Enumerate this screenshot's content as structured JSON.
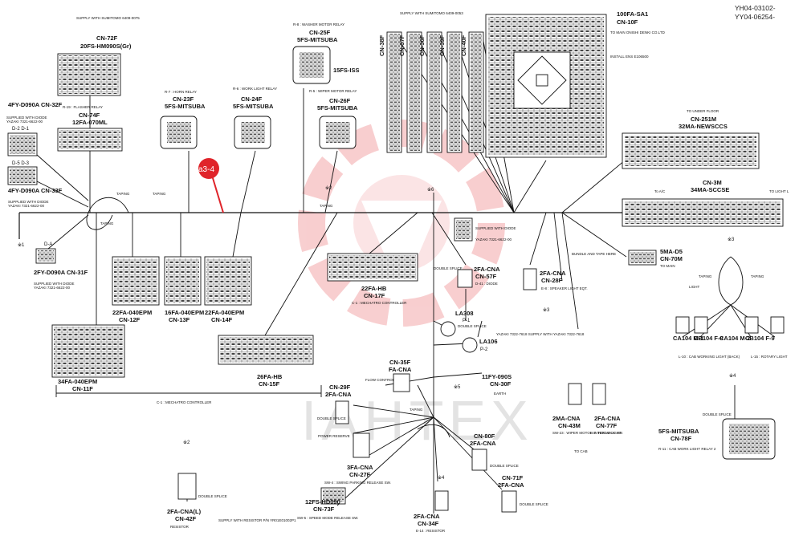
{
  "doc_id": [
    "YH04-03102-",
    "YY04-06254-"
  ],
  "watermark": "IAHTEX",
  "callout": "a3-4",
  "annotations": {
    "taping": "TAPING",
    "double_splice": "DOUBLE SPLICE",
    "earth": "EARTH",
    "to_cab": "TO CAB",
    "to_main": "TO MAIN",
    "to_under_floor": "TO UNDER FLOOR",
    "bundle_tape": "BUNDLE AND TAPE HERE",
    "install_ens": "INSTALL ENS E106500",
    "supply_sumitomo_a": "SUPPLY WITH SUMITOMO 6409-0075",
    "supply_sumitomo_b": "SUPPLY WITH SUMITOMO 6409-0053",
    "to_main_onishi": "TO MAIN ONISHI DENKI CO.LTD",
    "supplied_diode": "SUPPLIED WITH DIODE",
    "supplied_diode_yazaki": "YAZAKI 7321-6622-00",
    "yazaki_supply": "YAZAKI 7322-7618 SUPPLY WITH YAZAKI 7322-7618",
    "supply_resistor": "SUPPLY WITH RESISTOR P/N YR01E01002P1",
    "c1_controller": "C-1 : MECHATRO CONTROLLER",
    "to_light": "TO LIGHT L",
    "to_ac": "To A/C"
  },
  "marks": [
    "※1",
    "※2",
    "※2",
    "※3",
    "※3",
    "※4",
    "※4",
    "※5",
    "※6"
  ],
  "connectors": {
    "cn72f": {
      "id": "CN-72F",
      "type": "20FS-HM090S(Gr)"
    },
    "cn32f": {
      "id": "4FY-D090A CN-32F"
    },
    "cn74f": {
      "id": "CN-74F",
      "type": "12FA-070ML",
      "desc": "R-19 : FLASHER RELAY"
    },
    "d2d1": {
      "id": "D-2  D-1"
    },
    "d5d3": {
      "id": "D-5  D-3"
    },
    "cn33f": {
      "id": "4FY-D090A CN-33F"
    },
    "da": {
      "id": "D-A"
    },
    "cn31f": {
      "id": "2FY-D090A CN-31F"
    },
    "cn23f": {
      "id": "CN-23F",
      "type": "5FS-MITSUBA",
      "desc": "R-7 : HORN RELAY"
    },
    "cn24f": {
      "id": "CN-24F",
      "type": "5FS-MITSUBA",
      "desc": "R-6 : WORK LIGHT RELAY"
    },
    "cn25f": {
      "id": "CN-25F",
      "type": "5FS-MITSUBA",
      "desc": "R-8 : WASHER MOTOR RELAY"
    },
    "cn26f": {
      "id": "CN-26F",
      "type": "5FS-MITSUBA",
      "desc": "R-5 : WIPER MOTOR RELAY"
    },
    "iss15": {
      "id": "15FS-ISS"
    },
    "cn38f": {
      "id": "CN-38F"
    },
    "cn37f": {
      "id": "CN-37F"
    },
    "cn36f": {
      "id": "CN-36F"
    },
    "cn39f": {
      "id": "CN-39F"
    },
    "cn40f": {
      "id": "CN-40F"
    },
    "cn10f": {
      "id": "CN-10F",
      "type": "100FA-SA1"
    },
    "cn251m": {
      "id": "CN-251M",
      "type": "32MA-NEWSCCS"
    },
    "cn3m": {
      "id": "CN-3M",
      "type": "34MA-SCCSE"
    },
    "cn12f": {
      "id": "CN-12F",
      "type": "22FA-040EPM"
    },
    "cn13f": {
      "id": "CN-13F",
      "type": "16FA-040EPM"
    },
    "cn14f": {
      "id": "CN-14F",
      "type": "22FA-040EPM"
    },
    "cn11f": {
      "id": "CN-11F",
      "type": "34FA-040EPM"
    },
    "cn15f": {
      "id": "CN-15F",
      "type": "26FA-HB"
    },
    "cn17f": {
      "id": "CN-17F",
      "type": "22FA-HB"
    },
    "cn57f": {
      "id": "CN-57F",
      "type": "2FA-CNA",
      "desc": "D-41 : DIODE"
    },
    "cn28f": {
      "id": "CN-28F",
      "type": "2FA-CNA",
      "desc": "E-8 : SPEAKER LIGHT EQT."
    },
    "cn70m": {
      "id": "CN-70M",
      "type": "5MA-D5"
    },
    "la308": {
      "id": "LA308",
      "sub": "P-1"
    },
    "la106": {
      "id": "LA106",
      "sub": "P-2"
    },
    "cn30f": {
      "id": "CN-30F",
      "type": "11FY-090S"
    },
    "cn35f": {
      "id": "CN-35F",
      "type": "FA-CNA",
      "desc": "FLOW CONTROLLER"
    },
    "cn29f": {
      "id": "CN-29F",
      "type": "2FA-CNA",
      "desc": "POWER RESERVE"
    },
    "cn27f": {
      "id": "CN-27F",
      "type": "3FA-CNA",
      "desc": "SW-4 : SWING PARKING RELEASE SW."
    },
    "cn80f": {
      "id": "CN-80F",
      "type": "2FA-CNA"
    },
    "cn73f": {
      "id": "CN-73F",
      "type": "12FS-HD090",
      "desc": "SW-5 : SPEED MODE RELEASE SW."
    },
    "cn34f": {
      "id": "CN-34F",
      "type": "2FA-CNA",
      "desc": "E-14 : RESISTOR"
    },
    "cn71f": {
      "id": "CN-71F",
      "type": "2FA-CNA"
    },
    "cn42f": {
      "id": "CN-42F",
      "type": "2FA-CNA(L)",
      "desc": "RESISTOR"
    },
    "cn43m": {
      "id": "CN-43M",
      "type": "2MA-CNA",
      "desc": "SW-23 : WIPER MOTOR INTER LOCK SW."
    },
    "cn77f": {
      "id": "CN-77F",
      "type": "2FA-CNA",
      "desc": "L-3 : ROOM LIGHT"
    },
    "cn78f": {
      "id": "CN-78F",
      "type": "5FS-MITSUBA",
      "desc": "R-11 : CAB WORK LIGHT RELAY 2"
    },
    "m1": {
      "id": "CA104 M-1"
    },
    "f8": {
      "id": "CB104 F-8"
    },
    "m2": {
      "id": "CA104 M-2"
    },
    "f9": {
      "id": "CB104 F-9"
    },
    "l10": {
      "desc": "L-10 : CAB WORKING LIGHT (BACK)"
    },
    "l15": {
      "desc": "L-15 : ROTARY LIGHT"
    },
    "light": {
      "desc": "LIGHT"
    }
  }
}
